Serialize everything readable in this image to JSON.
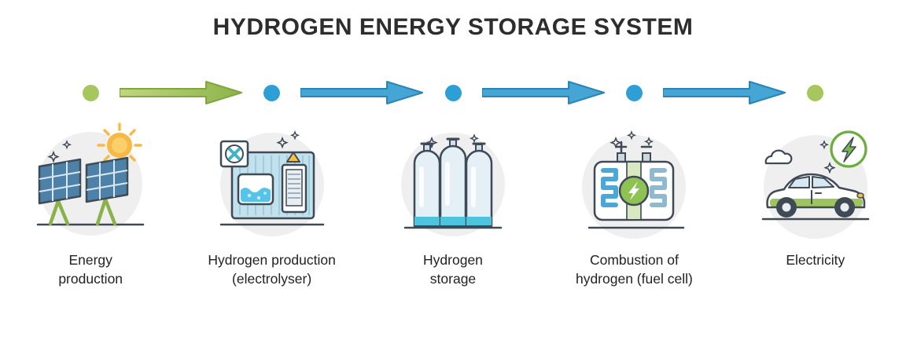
{
  "title": "HYDROGEN ENERGY STORAGE SYSTEM",
  "colors": {
    "green": "#a5c75e",
    "green_dark": "#7fa73e",
    "blue": "#2d9fd6",
    "blue_dark": "#2a84b4",
    "outline": "#3f4a56",
    "icon_circle_bg": "#efefef",
    "sun_orange": "#f7b844",
    "warning_yellow": "#f6c244",
    "liquid_blue": "#56c4e8"
  },
  "flow": {
    "dot_colors": [
      "green",
      "blue",
      "blue",
      "blue",
      "green"
    ],
    "arrow_colors": [
      "green",
      "blue",
      "blue",
      "blue"
    ]
  },
  "steps": [
    {
      "label": "Energy production",
      "icon": "solar-panels-and-sun"
    },
    {
      "label": "Hydrogen production (electrolyser)",
      "icon": "electrolyser-unit"
    },
    {
      "label": "Hydrogen storage",
      "icon": "hydrogen-gas-cylinders"
    },
    {
      "label": "Combustion of hydrogen (fuel cell)",
      "icon": "fuel-cell"
    },
    {
      "label": "Electricity",
      "icon": "electric-car"
    }
  ]
}
